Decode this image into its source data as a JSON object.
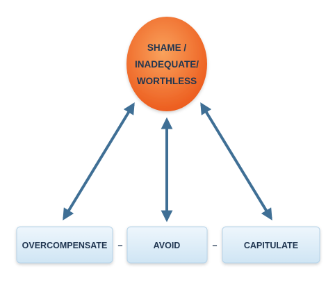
{
  "central_node": {
    "lines": [
      "SHAME /",
      "INADEQUATE/",
      "WORTHLESS"
    ],
    "color_light": "#f9a25c",
    "color_dark": "#ec5a1c"
  },
  "coping_nodes": [
    {
      "id": "overcompensate",
      "label": "OVERCOMPENSATE"
    },
    {
      "id": "avoid",
      "label": "AVOID"
    },
    {
      "id": "capitulate",
      "label": "CAPITULATE"
    }
  ],
  "separators": [
    "–",
    "–"
  ],
  "colors": {
    "arrow": "#3f6f95",
    "box_fill_top": "#eef6fc",
    "box_fill_bottom": "#cfe5f4",
    "box_stroke": "#b6d3e8",
    "text": "#1f3550"
  }
}
